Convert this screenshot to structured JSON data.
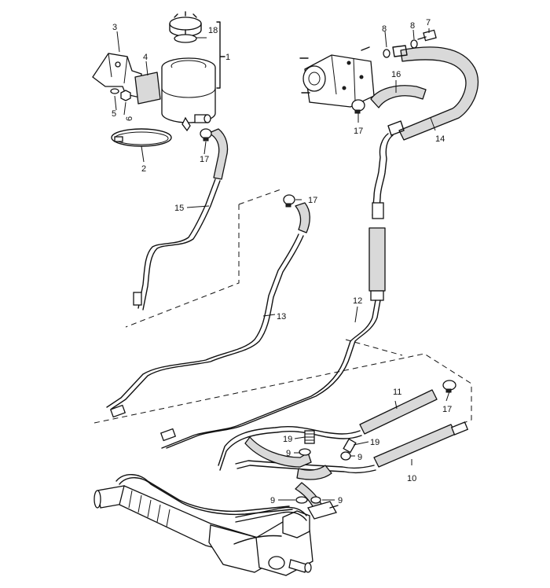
{
  "callouts": [
    {
      "id": "c1",
      "text": "1"
    },
    {
      "id": "c2",
      "text": "2"
    },
    {
      "id": "c3",
      "text": "3"
    },
    {
      "id": "c4",
      "text": "4"
    },
    {
      "id": "c5",
      "text": "5"
    },
    {
      "id": "c6",
      "text": "6"
    },
    {
      "id": "c7",
      "text": "7"
    },
    {
      "id": "c8a",
      "text": "8"
    },
    {
      "id": "c8b",
      "text": "8"
    },
    {
      "id": "c9a",
      "text": "9"
    },
    {
      "id": "c9b",
      "text": "9"
    },
    {
      "id": "c9c",
      "text": "9"
    },
    {
      "id": "c9d",
      "text": "9"
    },
    {
      "id": "c10",
      "text": "10"
    },
    {
      "id": "c11",
      "text": "11"
    },
    {
      "id": "c12",
      "text": "12"
    },
    {
      "id": "c13",
      "text": "13"
    },
    {
      "id": "c14",
      "text": "14"
    },
    {
      "id": "c15",
      "text": "15"
    },
    {
      "id": "c16",
      "text": "16"
    },
    {
      "id": "c17a",
      "text": "17"
    },
    {
      "id": "c17b",
      "text": "17"
    },
    {
      "id": "c17c",
      "text": "17"
    },
    {
      "id": "c17d",
      "text": "17"
    },
    {
      "id": "c18",
      "text": "18"
    },
    {
      "id": "c19a",
      "text": "19"
    },
    {
      "id": "c19b",
      "text": "19"
    }
  ]
}
